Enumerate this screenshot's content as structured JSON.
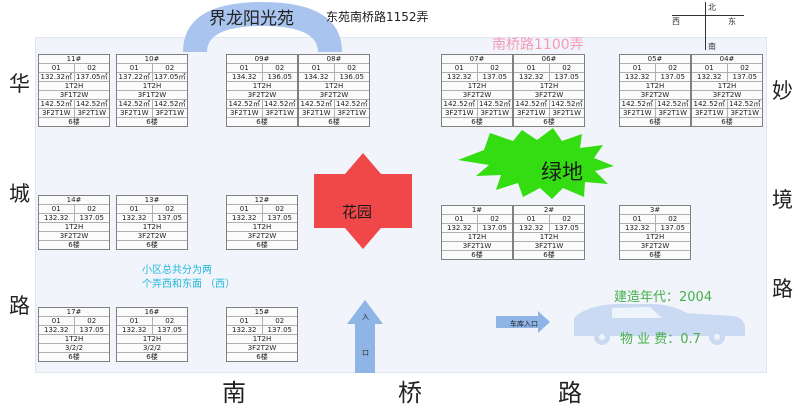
{
  "community_name": "界龙阳光苑",
  "address_main": "东苑南桥路1152弄",
  "address_neighbor": "南桥路1100弄",
  "compass": {
    "north": "北",
    "west": "西",
    "east": "东",
    "south": "南"
  },
  "roads": {
    "left": [
      "华",
      "城",
      "路"
    ],
    "right": [
      "妙",
      "境",
      "路"
    ],
    "bottom": [
      "南",
      "桥",
      "路"
    ]
  },
  "garden_label": "花园",
  "green_label": "绿地",
  "entrance_label": [
    "入",
    "口"
  ],
  "car_entrance_label": "车库入口",
  "note": [
    "小区总共分为两",
    "个弄西和东面 （西）"
  ],
  "build_year": "建造年代：2004",
  "property_fee": "物 业 费：0.7",
  "blocks": [
    {
      "id": "11#",
      "r1": [
        "01",
        "02"
      ],
      "r2": [
        "132.32㎡",
        "137.05㎡"
      ],
      "r3": "1T2H",
      "r4": "3F1T2W",
      "r5": [
        "142.52㎡",
        "142.52㎡"
      ],
      "r6": [
        "3F2T1W",
        "3F2T1W"
      ],
      "r7": "6楼"
    },
    {
      "id": "10#",
      "r1": [
        "01",
        "02"
      ],
      "r2": [
        "137.22㎡",
        "137.05㎡"
      ],
      "r3": "1T2H",
      "r4": "3F1T2W",
      "r5": [
        "142.52㎡",
        "142.52㎡"
      ],
      "r6": [
        "3F2T1W",
        "3F2T1W"
      ],
      "r7": "6楼"
    },
    {
      "id": "09#",
      "r1": [
        "01",
        "02"
      ],
      "r2": [
        "134.32",
        "136.05"
      ],
      "r3": "1T2H",
      "r4": "3F2T2W",
      "r5": [
        "142.52㎡",
        "142.52㎡"
      ],
      "r6": [
        "3F2T1W",
        "3F2T1W"
      ],
      "r7": "6楼"
    },
    {
      "id": "08#",
      "r1": [
        "01",
        "02"
      ],
      "r2": [
        "134.32",
        "136.05"
      ],
      "r3": "1T2H",
      "r4": "3F2T2W",
      "r5": [
        "142.52㎡",
        "142.52㎡"
      ],
      "r6": [
        "3F2T1W",
        "3F2T1W"
      ],
      "r7": "6楼"
    },
    {
      "id": "07#",
      "r1": [
        "01",
        "02"
      ],
      "r2": [
        "132.32",
        "137.05"
      ],
      "r3": "1T2H",
      "r4": "3F2T2W",
      "r5": [
        "142.52㎡",
        "142.52㎡"
      ],
      "r6": [
        "3F2T1W",
        "3F2T1W"
      ],
      "r7": "6楼"
    },
    {
      "id": "06#",
      "r1": [
        "01",
        "02"
      ],
      "r2": [
        "132.32",
        "137.05"
      ],
      "r3": "1T2H",
      "r4": "3F2T2W",
      "r5": [
        "142.52㎡",
        "142.52㎡"
      ],
      "r6": [
        "3F2T1W",
        "3F2T1W"
      ],
      "r7": "6楼"
    },
    {
      "id": "05#",
      "r1": [
        "01",
        "02"
      ],
      "r2": [
        "132.32",
        "137.05"
      ],
      "r3": "1T2H",
      "r4": "3F2T2W",
      "r5": [
        "142.52㎡",
        "142.52㎡"
      ],
      "r6": [
        "3F2T1W",
        "3F2T1W"
      ],
      "r7": "6楼"
    },
    {
      "id": "04#",
      "r1": [
        "01",
        "02"
      ],
      "r2": [
        "132.32",
        "137.05"
      ],
      "r3": "1T2H",
      "r4": "3F2T2W",
      "r5": [
        "142.52㎡",
        "142.52㎡"
      ],
      "r6": [
        "3F2T1W",
        "3F2T1W"
      ],
      "r7": "6楼"
    }
  ],
  "blocks_mid": [
    {
      "id": "14#",
      "r1": [
        "01",
        "02"
      ],
      "r2": [
        "132.32",
        "137.05"
      ],
      "r3": "1T2H",
      "r4": "3F2T2W",
      "r5": "6楼"
    },
    {
      "id": "13#",
      "r1": [
        "01",
        "02"
      ],
      "r2": [
        "132.32",
        "137.05"
      ],
      "r3": "1T2H",
      "r4": "3F2T2W",
      "r5": "6楼"
    },
    {
      "id": "12#",
      "r1": [
        "01",
        "02"
      ],
      "r2": [
        "132.32",
        "137.05"
      ],
      "r3": "1T2H",
      "r4": "3F2T2W",
      "r5": "6楼"
    },
    {
      "id": "1#",
      "r1": [
        "01",
        "02"
      ],
      "r2": [
        "132.32",
        "137.05"
      ],
      "r3": "1T2H",
      "r4": "3F2T1W",
      "r5": "6楼"
    },
    {
      "id": "2#",
      "r1": [
        "01",
        "02"
      ],
      "r2": [
        "132.32",
        "137.05"
      ],
      "r3": "1T2H",
      "r4": "3F2T1W",
      "r5": "6楼"
    },
    {
      "id": "3#",
      "r1": [
        "01",
        "02"
      ],
      "r2": [
        "132.32",
        "137.05"
      ],
      "r3": "1T2H",
      "r4": "3F2T2W",
      "r5": "6楼"
    }
  ],
  "blocks_bottom": [
    {
      "id": "17#",
      "r1": [
        "01",
        "02"
      ],
      "r2": [
        "132.32",
        "137.05"
      ],
      "r3": "1T2H",
      "r4": "3/2/2",
      "r5": "6楼"
    },
    {
      "id": "16#",
      "r1": [
        "01",
        "02"
      ],
      "r2": [
        "132.32",
        "137.05"
      ],
      "r3": "1T2H",
      "r4": "3/2/2",
      "r5": "6楼"
    },
    {
      "id": "15#",
      "r1": [
        "01",
        "02"
      ],
      "r2": [
        "132.32",
        "137.05"
      ],
      "r3": "1T2H",
      "r4": "3F2T2W",
      "r5": "6楼"
    }
  ],
  "colors": {
    "garden": "#f04848",
    "green_area": "#33dd11",
    "arch": "#a9c4ef",
    "arrow": "#8fb5e6",
    "teal_text": "#22b8d8",
    "pink_text": "#f59ab6",
    "green_text": "#46b04a"
  }
}
